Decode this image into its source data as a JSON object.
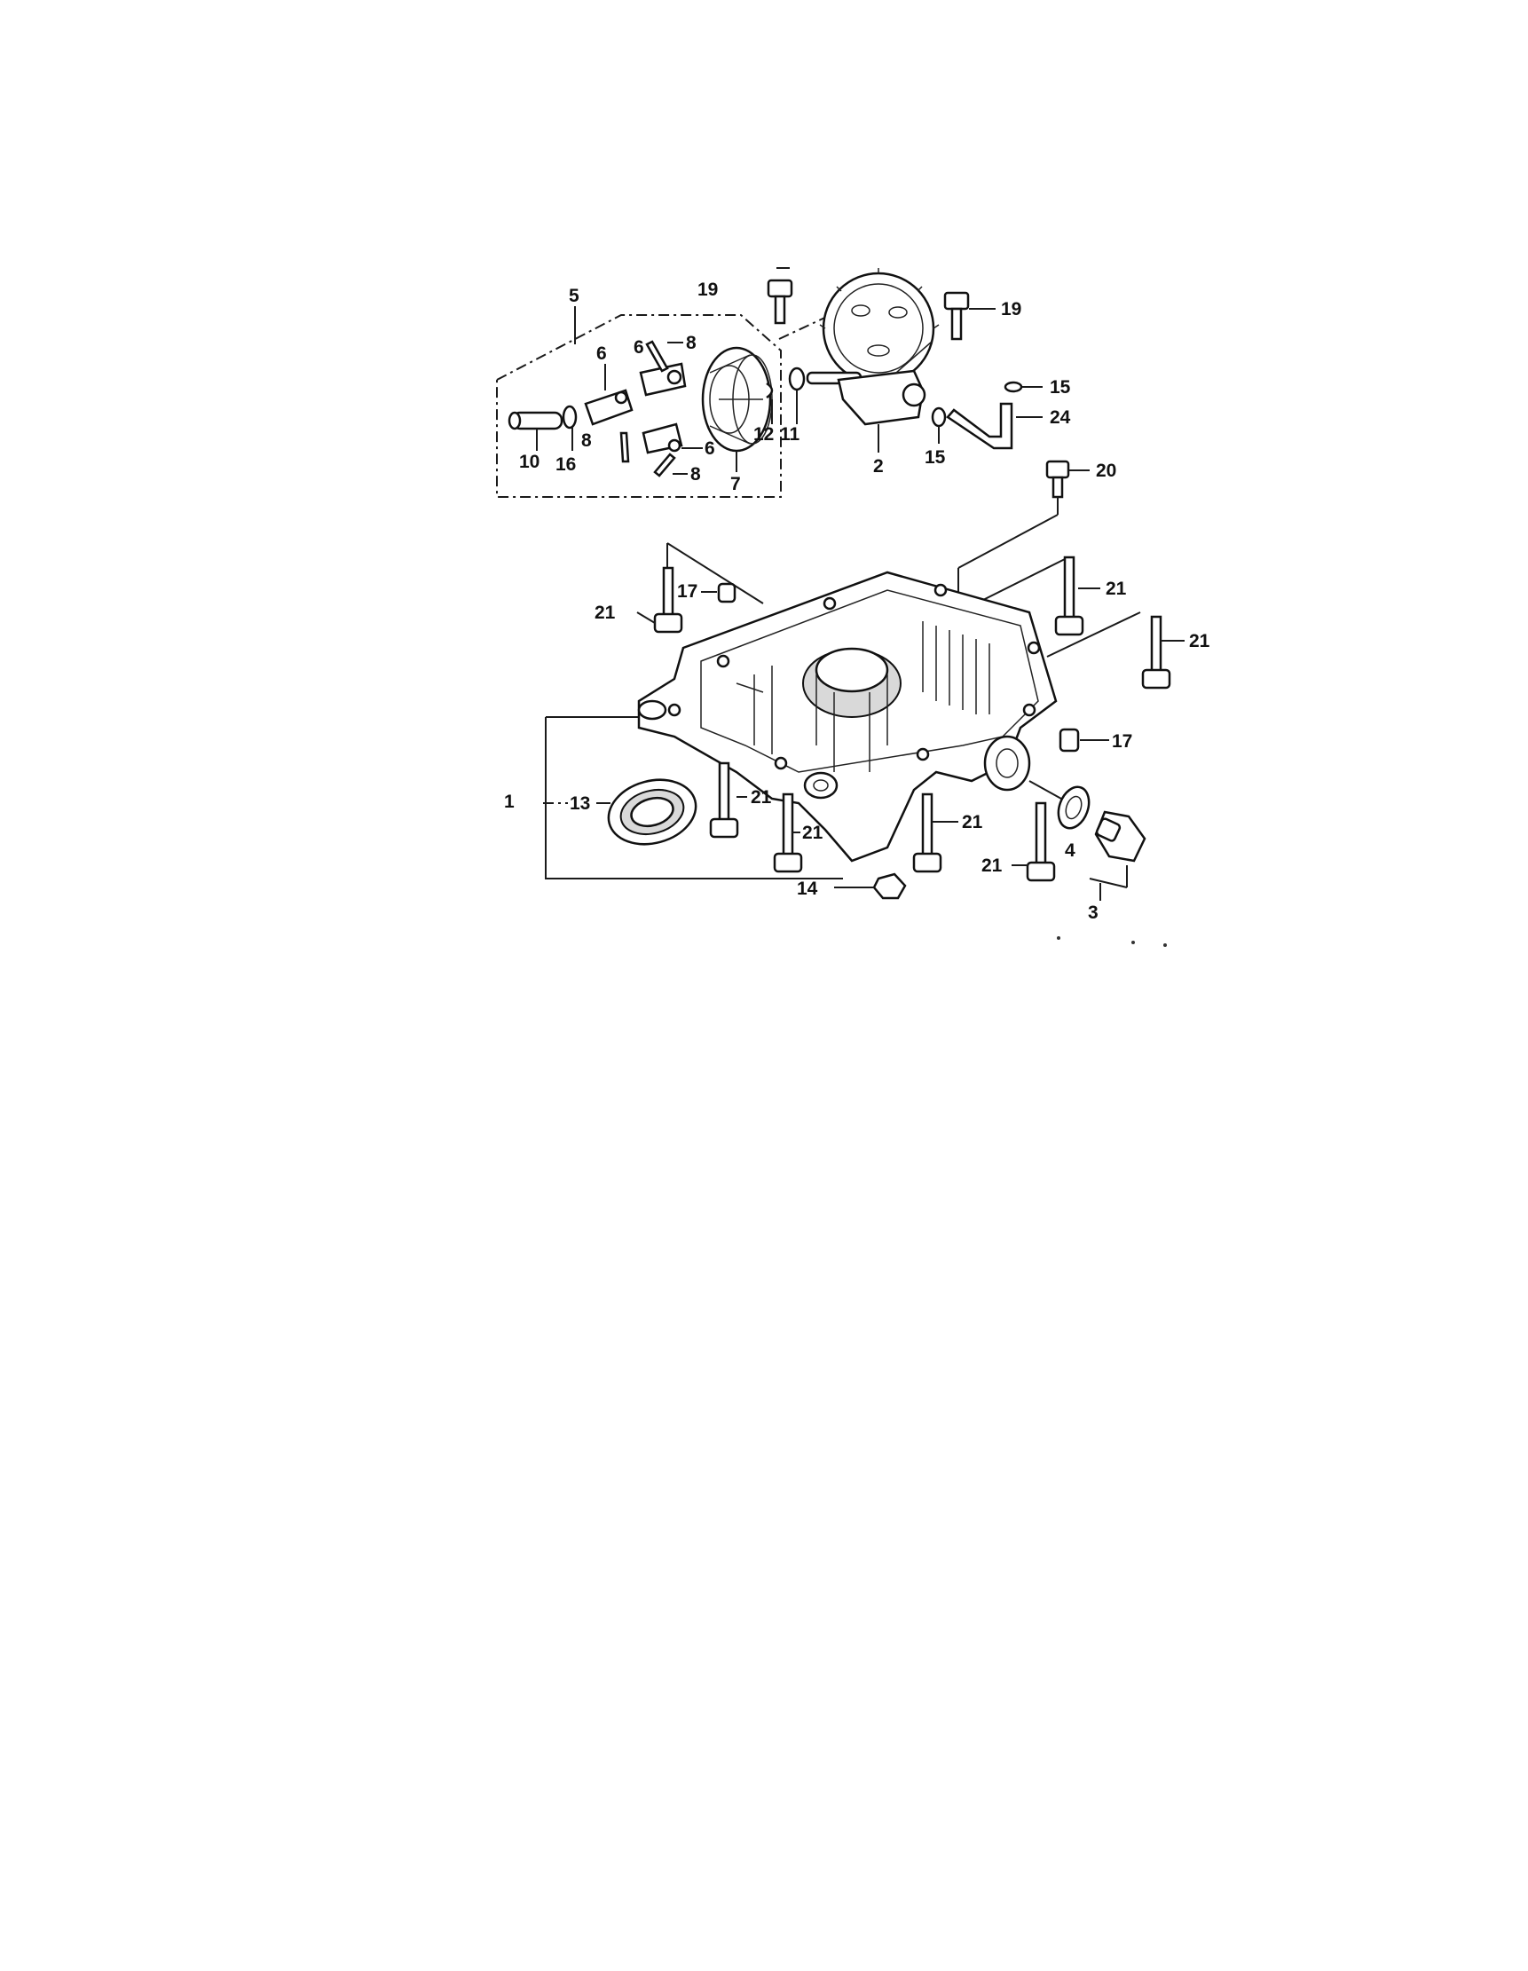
{
  "diagram": {
    "labels": {
      "p1": "1",
      "p2": "2",
      "p3": "3",
      "p4": "4",
      "p5": "5",
      "p6a": "6",
      "p6b": "6",
      "p6c": "6",
      "p7": "7",
      "p8a": "8",
      "p8b": "8",
      "p8c": "8",
      "p10": "10",
      "p11": "11",
      "p12": "12",
      "p13": "13",
      "p14": "14",
      "p15a": "15",
      "p15b": "15",
      "p16": "16",
      "p17a": "17",
      "p17b": "17",
      "p19a": "19",
      "p19b": "19",
      "p20": "20",
      "p21a": "21",
      "p21b": "21",
      "p21c": "21",
      "p21d": "21",
      "p21e": "21",
      "p21f": "21",
      "p21g": "21",
      "p24": "24"
    }
  }
}
